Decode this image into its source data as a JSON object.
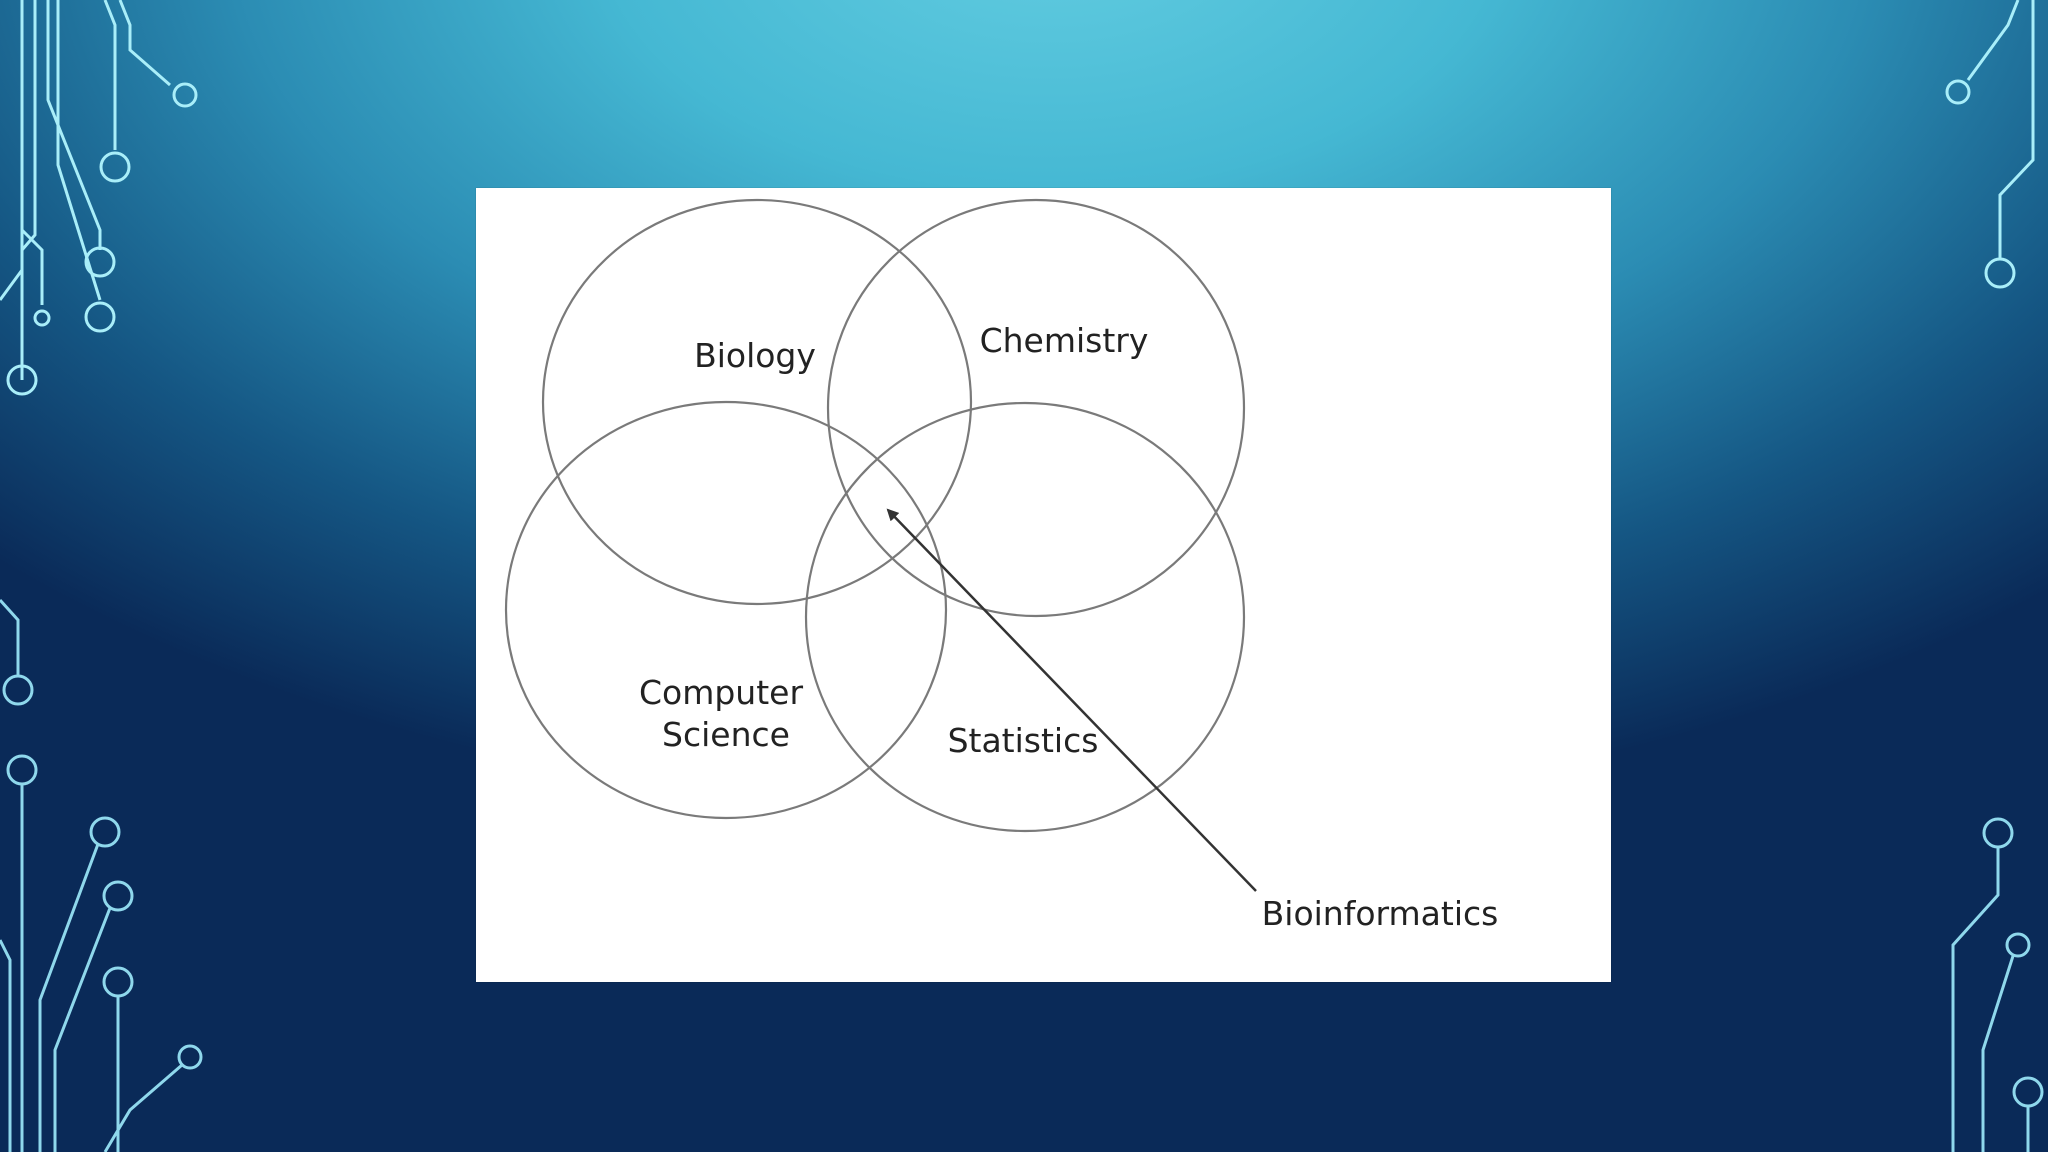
{
  "diagram": {
    "labels": {
      "biology": "Biology",
      "chemistry": "Chemistry",
      "computer_science_line1": "Computer",
      "computer_science_line2": "Science",
      "statistics": "Statistics",
      "bioinformatics": "Bioinformatics"
    },
    "colors": {
      "circle_stroke": "#7a7a7a",
      "text": "#222222",
      "card_background": "#ffffff",
      "decoration": "#9fe6f4"
    }
  }
}
